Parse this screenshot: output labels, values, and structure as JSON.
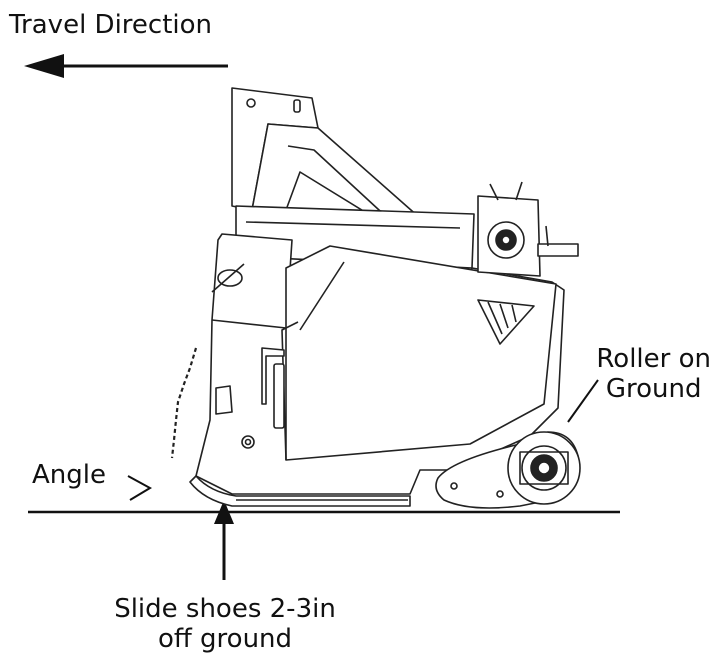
{
  "labels": {
    "travel_direction": "Travel Direction",
    "angle": "Angle",
    "roller_line1": "Roller on",
    "roller_line2": "Ground",
    "slide_line1": "Slide shoes 2-3in",
    "slide_line2": "off ground"
  },
  "colors": {
    "ink": "#111111",
    "line": "#222222",
    "fill": "#ffffff"
  },
  "icons": {
    "logo": "triangle-stripes-logo"
  }
}
